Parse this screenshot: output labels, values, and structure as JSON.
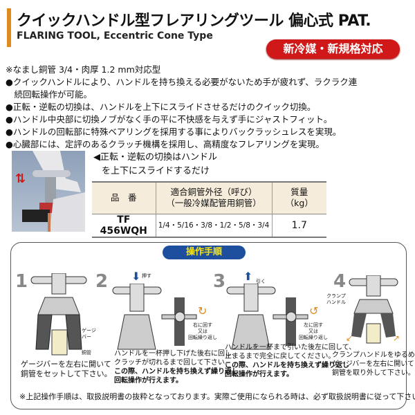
{
  "header": {
    "title": "クイックハンドル型フレアリングツール 偏心式 PAT.",
    "subtitle": "FLARING TOOL, Eccentric Cone Type",
    "badge": "新冷媒・新規格対応"
  },
  "notes": [
    "※なまし銅管 3/4・肉厚 1.2 mm対応型",
    "●クイックハンドルにより、ハンドルを持ち換える必要がないため手が疲れず、ラクラク連",
    "　続回転操作が可能。",
    "●正転・逆転の切換は、ハンドルを上下にスライドさせるだけのクイック切換。",
    "●ハンドル中央部に切換ノブがなく手の平に不快感を与えず手にジャストフィット。",
    "●ハンドルの回転部に特殊ベアリングを採用する事によりバックラッシュレスを実現。",
    "●心臓部には、定評のあるクラッチ機構を採用し、高精度なフレアリングを実現。"
  ],
  "photo": {
    "caption_line1": "◀正転・逆転の切換はハンドル",
    "caption_line2": "を上下にスライドするだけ",
    "arrow": "⇅"
  },
  "table": {
    "headers": [
      [
        "品　番"
      ],
      [
        "適合銅管外径（呼び）",
        "（一般冷媒配管用銅管）"
      ],
      [
        "質量",
        "（kg）"
      ]
    ],
    "rows": [
      [
        "TF 456WQH",
        "1/4・5/16・3/8・1/2・5/8・3/4",
        "1.7"
      ]
    ]
  },
  "procedure": {
    "title": "操作手順",
    "steps": [
      {
        "num": "1",
        "labels": [
          "ゲージ",
          "バー",
          "銅管"
        ],
        "text": [
          "ゲージバーを左右に開いて",
          "銅管をセットして下さい。"
        ]
      },
      {
        "num": "2",
        "action": "押す",
        "rotate": [
          "右に回す",
          "又は",
          "回転繰り返し"
        ],
        "text": [
          "ハンドルを一杯押し下げた後右に回し、",
          "クラッチが切れるまで回して下さい。"
        ],
        "bold": [
          "この際、ハンドルを持ち換えず繰り返し",
          "回転操作が行えます。"
        ]
      },
      {
        "num": "3",
        "action": "引く",
        "rotate": [
          "左に回す",
          "又は",
          "回転繰り返し"
        ],
        "text": [
          "ハンドルを一杯まで引いた後左に回して、",
          "止まるまで完全に戻してください。"
        ],
        "bold": [
          "この際、ハンドルを持ち換えず繰り返し",
          "回転操作が行えます。"
        ]
      },
      {
        "num": "4",
        "labels": [
          "クランプ",
          "ハンドル"
        ],
        "text": [
          "クランプハンドルをゆるめて",
          "ゲージバーを左右に開いて",
          "銅管を取り外して下さい。"
        ]
      }
    ],
    "footnote": "※上記操作手順は、取扱説明書の抜粋となっております。実際ご使用になられる時は、必ず取扱説明書に従って下さい。"
  },
  "colors": {
    "accent": "#e08a1e",
    "badge": "#d01818",
    "pill": "#1d4f9e",
    "pill_text": "#ffe600",
    "table_header": "#f6ecdb"
  }
}
